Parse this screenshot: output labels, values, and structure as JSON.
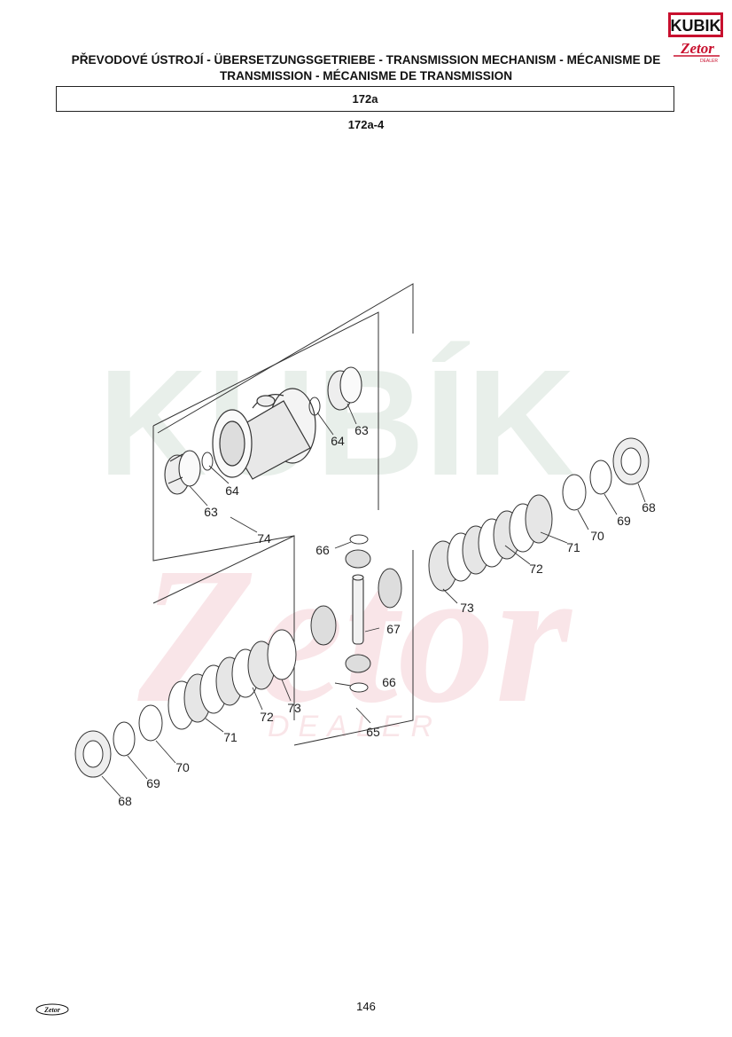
{
  "header": {
    "title_line1": "PŘEVODOVÉ ÚSTROJÍ - ÜBERSETZUNGSGETRIEBE - TRANSMISSION MECHANISM - MÉCANISME DE",
    "title_line2": "TRANSMISSION - MÉCANISME DE TRANSMISSION",
    "section": "172a",
    "subsection": "172a-4"
  },
  "logo": {
    "brand_text": "KUBIK",
    "sub_brand_text": "Zetor",
    "dealer_text": "DEALER",
    "brand_color": "#c8102e"
  },
  "watermark": {
    "text": "KUBÍK",
    "sub_text": "Zetor",
    "dealer_text": "DEALER"
  },
  "callouts": {
    "c63a": "63",
    "c64a": "64",
    "c63b": "63",
    "c64b": "64",
    "c74": "74",
    "c66a": "66",
    "c67": "67",
    "c66b": "66",
    "c65": "65",
    "c73a": "73",
    "c72a": "72",
    "c71a": "71",
    "c70a": "70",
    "c69a": "69",
    "c68a": "68",
    "c73b": "73",
    "c72b": "72",
    "c71b": "71",
    "c70b": "70",
    "c69b": "69",
    "c68b": "68"
  },
  "footer": {
    "logo_text": "Zetor",
    "page_number": "146"
  }
}
